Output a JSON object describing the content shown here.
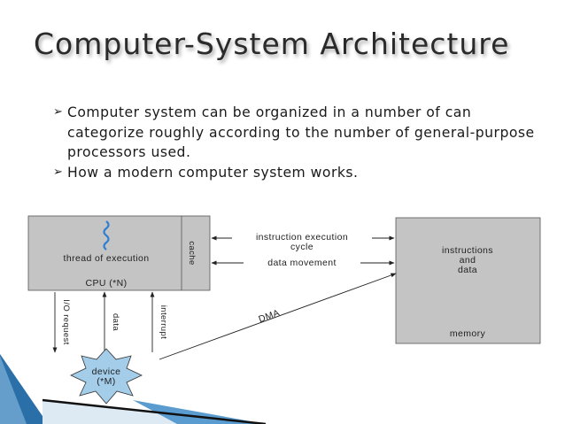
{
  "slide": {
    "title": "Computer-System Architecture",
    "bullets": [
      "Computer system can be organized in a number of can categorize roughly according to the number of general-purpose processors used.",
      "How a modern computer system works."
    ]
  },
  "diagram": {
    "cpu": {
      "thread_label": "thread of execution",
      "cpu_label": "CPU (*N)",
      "cache_label": "cache"
    },
    "memory": {
      "instructions_label_line1": "instructions",
      "instructions_label_line2": "and",
      "instructions_label_line3": "data",
      "memory_label": "memory"
    },
    "links": {
      "instruction_cycle_line1": "instruction execution",
      "instruction_cycle_line2": "cycle",
      "data_movement": "data movement",
      "dma": "DMA",
      "io_request": "I/O request",
      "data": "data",
      "interrupt": "interrupt"
    },
    "device": {
      "line1": "device",
      "line2": "(*M)"
    }
  },
  "colors": {
    "box_fill": "#c4c4c4",
    "thread_icon": "#2d7fd0",
    "corner_blue": "#2a6fa8"
  }
}
